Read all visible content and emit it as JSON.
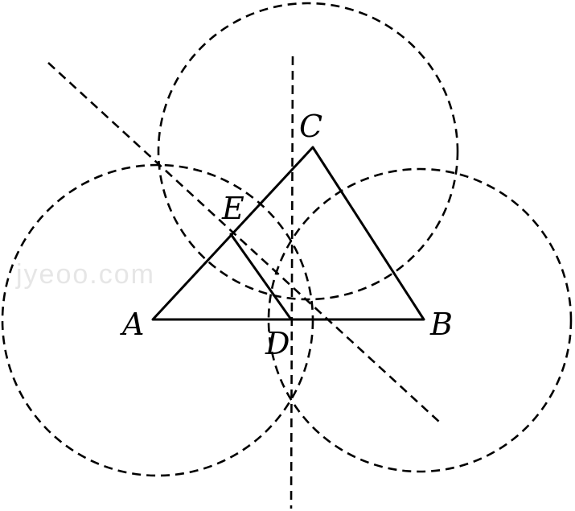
{
  "diagram": {
    "watermark": "jyeoo.com",
    "points": {
      "A": "A",
      "B": "B",
      "C": "C",
      "D": "D",
      "E": "E"
    }
  }
}
